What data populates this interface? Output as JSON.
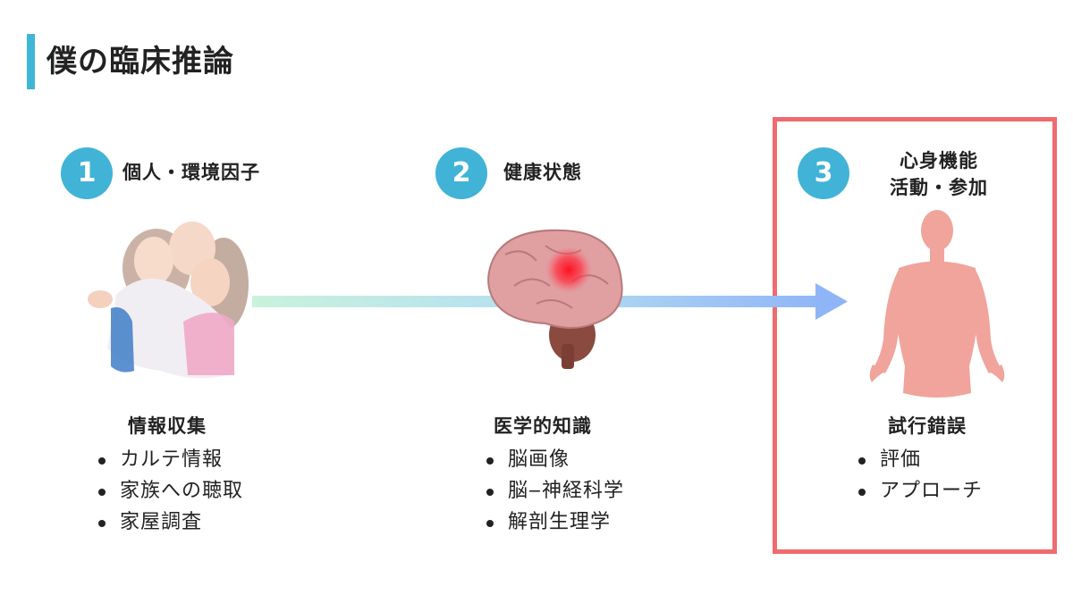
{
  "title": "僕の臨床推論",
  "columns": [
    {
      "number": "1",
      "title": "個人・環境因子",
      "icon": "family-icon",
      "heading": "情報収集",
      "items": [
        "カルテ情報",
        "家族への聴取",
        "家屋調査"
      ]
    },
    {
      "number": "2",
      "title": "健康状態",
      "icon": "brain-icon",
      "heading": "医学的知識",
      "items": [
        "脳画像",
        "脳‒神経科学",
        "解剖生理学"
      ]
    },
    {
      "number": "3",
      "title_line1": "心身機能",
      "title_line2": "活動・参加",
      "icon": "human-body-icon",
      "heading": "試行錯誤",
      "items": [
        "評価",
        "アプローチ"
      ]
    }
  ],
  "colors": {
    "accent": "#41b3d6",
    "highlight_border": "#ef6b6f",
    "arrow_start": "#c9f2dc",
    "arrow_end": "#8fb5f7",
    "body_fill": "#f0a49b"
  }
}
